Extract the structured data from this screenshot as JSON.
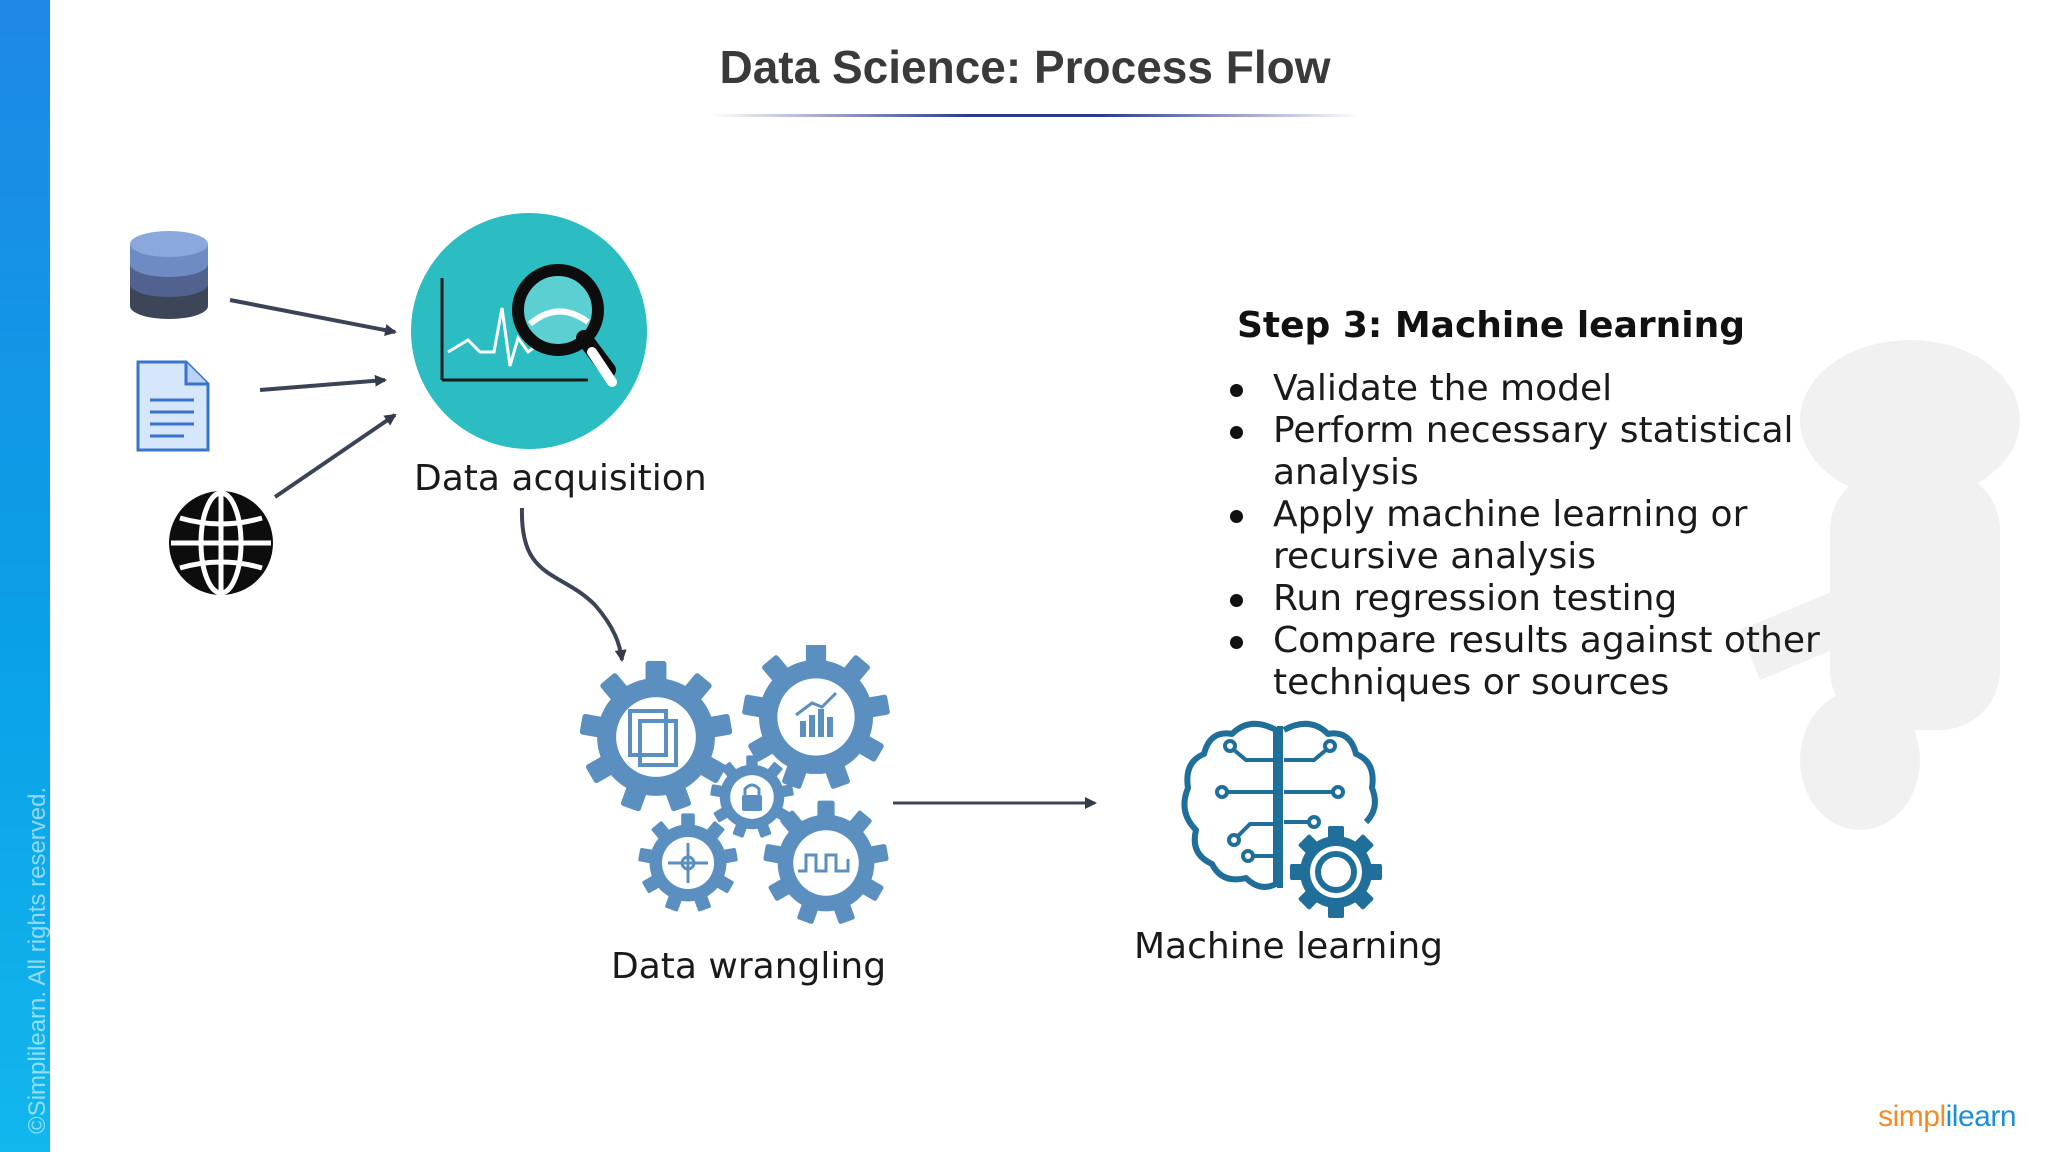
{
  "slide": {
    "title": "Data Science: Process Flow",
    "copyright": "©Simplilearn. All rights reserved."
  },
  "diagram": {
    "sources": [
      {
        "icon": "database-icon"
      },
      {
        "icon": "document-icon"
      },
      {
        "icon": "globe-icon"
      }
    ],
    "nodes": {
      "acquisition": {
        "label": "Data acquisition",
        "icon": "chart-magnifier-icon",
        "color": "#2bbdc1"
      },
      "wrangling": {
        "label": "Data wrangling",
        "icon": "gears-icon",
        "color": "#5a8fc0"
      },
      "ml": {
        "label": "Machine learning",
        "icon": "brain-gear-icon",
        "color": "#1f6f9a"
      }
    }
  },
  "step": {
    "title": "Step 3: Machine learning",
    "items": [
      "Validate the model",
      "Perform necessary statistical analysis",
      "Apply machine learning or recursive analysis",
      "Run regression testing",
      "Compare results against other techniques or sources"
    ]
  },
  "brand": {
    "logo_part1": "simpl",
    "logo_part2": "ilearn",
    "accent": "#f28c28",
    "blue": "#1c8fd6"
  }
}
